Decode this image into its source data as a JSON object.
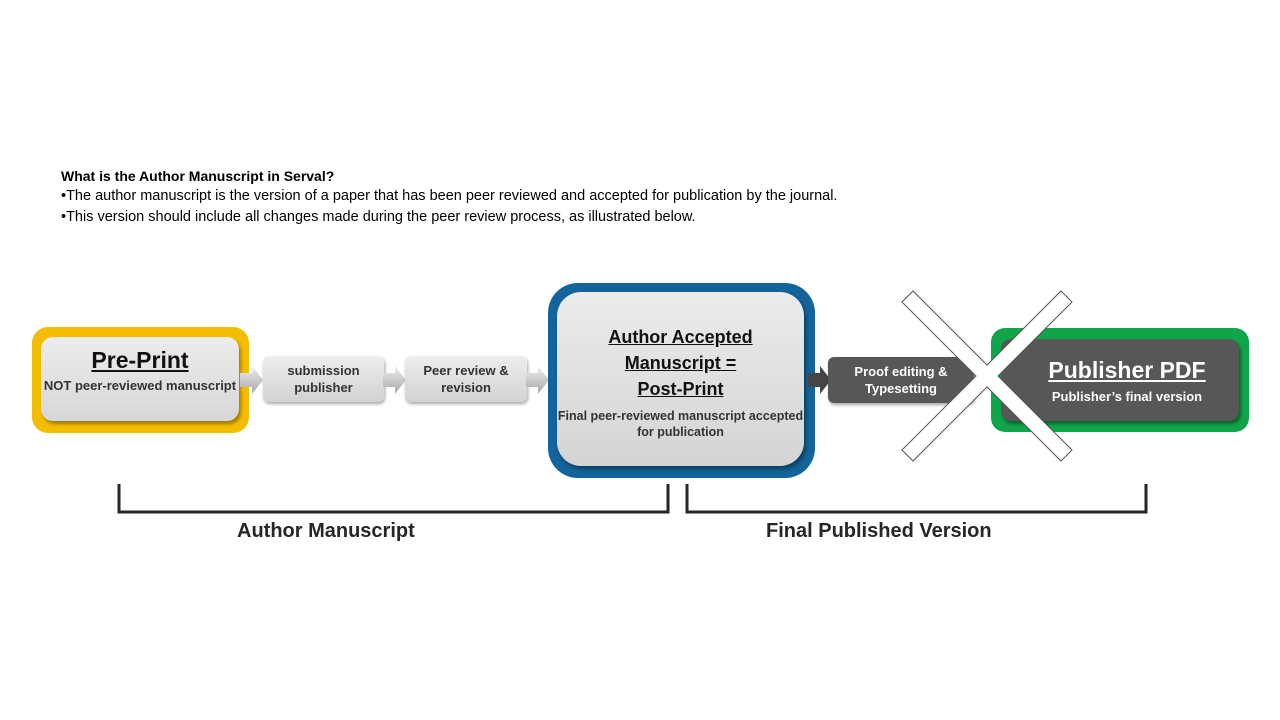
{
  "intro": {
    "question": "What is the Author Manuscript in Serval?",
    "bullet1": "•The author manuscript is the version of a paper that has been peer reviewed and accepted for publication by the journal.",
    "bullet2": "•This version should include all changes made during the peer review process, as illustrated below."
  },
  "preprint": {
    "title": "Pre-Print",
    "subtitle": "NOT peer-reviewed manuscript",
    "frame_color": "#f5bd00"
  },
  "steps": [
    {
      "label": "submission publisher"
    },
    {
      "label": "Peer review & revision"
    }
  ],
  "author_accepted": {
    "title_line1": "Author Accepted",
    "title_line2": "Manuscript  =",
    "title_line3": "Post-Print",
    "subtitle": "Final peer-reviewed manuscript accepted for publication",
    "frame_color": "#13649c"
  },
  "proof_step": {
    "label": "Proof editing & Typesetting"
  },
  "publisher": {
    "title": "Publisher PDF",
    "subtitle": "Publisher’s final version",
    "frame_color": "#0fa64a"
  },
  "brackets": {
    "left_label": "Author Manuscript",
    "right_label": "Final Published Version"
  }
}
